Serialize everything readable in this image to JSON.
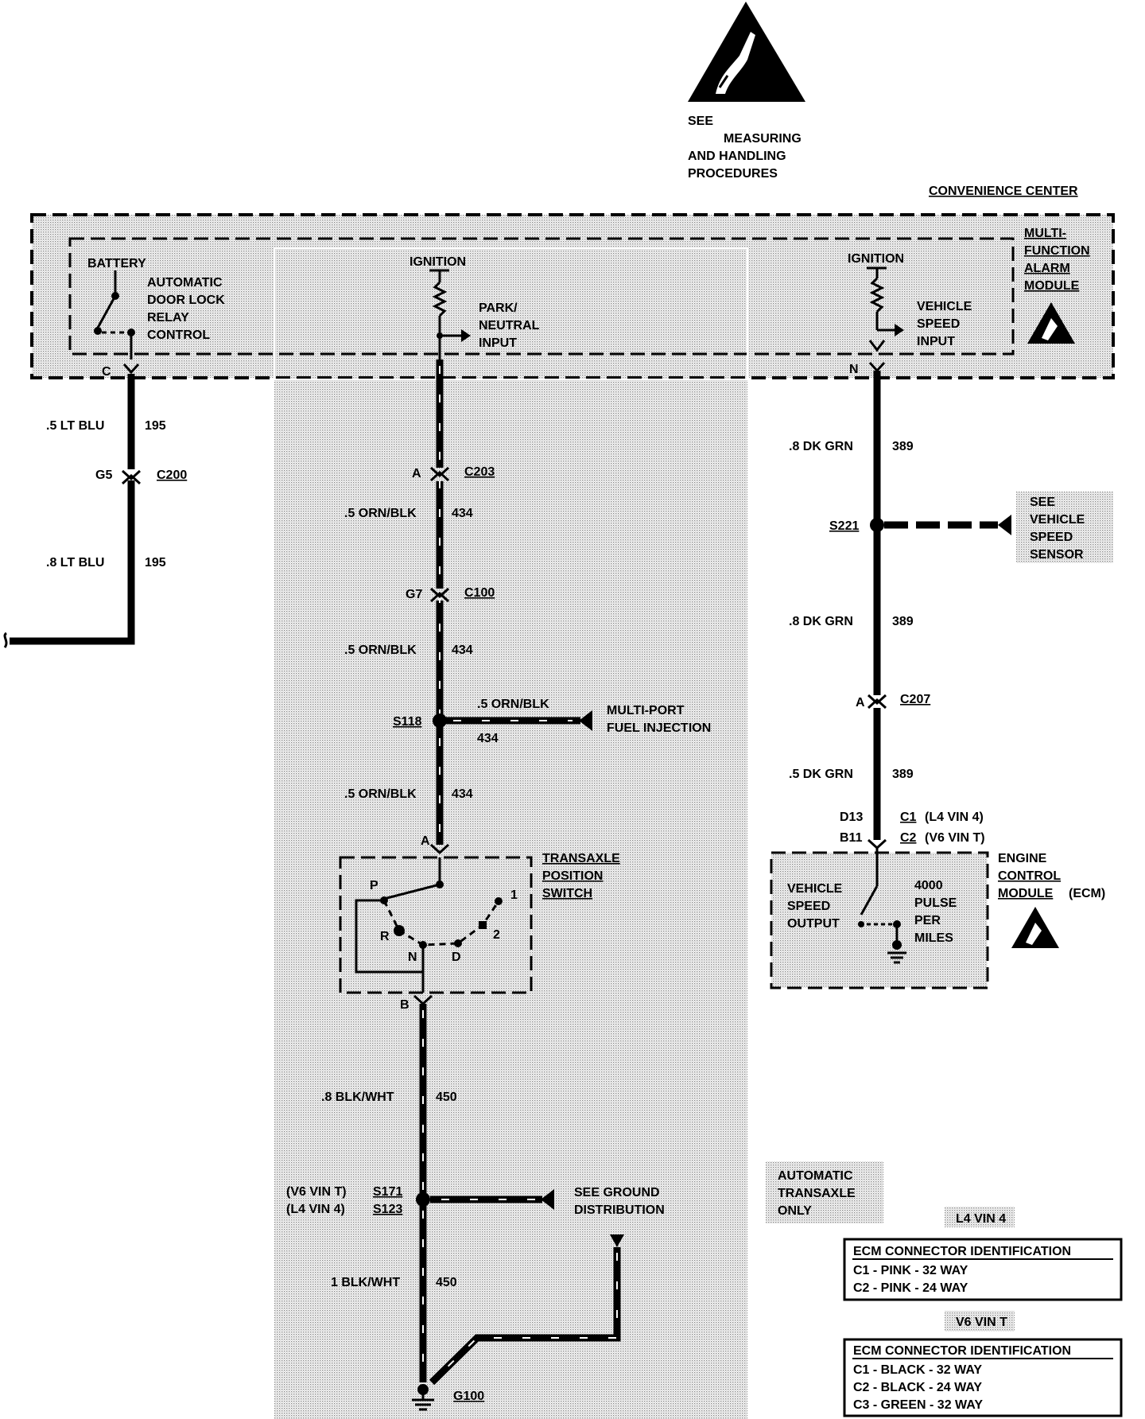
{
  "esd_notice": {
    "line1": "SEE",
    "line2": "MEASURING",
    "line3": "AND HANDLING",
    "line4": "PROCEDURES"
  },
  "convenience_center": "CONVENIENCE CENTER",
  "mfam": {
    "line1": "MULTI-",
    "line2": "FUNCTION",
    "line3": "ALARM",
    "line4": "MODULE"
  },
  "battery": "BATTERY",
  "door_lock": {
    "line1": "AUTOMATIC",
    "line2": "DOOR LOCK",
    "line3": "RELAY",
    "line4": "CONTROL"
  },
  "ignition1": "IGNITION",
  "park_neutral": {
    "line1": "PARK/",
    "line2": "NEUTRAL",
    "line3": "INPUT"
  },
  "ignition2": "IGNITION",
  "vss_input": {
    "line1": "VEHICLE",
    "line2": "SPEED",
    "line3": "INPUT"
  },
  "pins": {
    "c": "C",
    "n": "N",
    "a_c203": "A",
    "a_c207": "A",
    "a_tps": "A",
    "b_tps": "B",
    "g5": "G5",
    "g7": "G7",
    "d13": "D13",
    "b11": "B11"
  },
  "connectors": {
    "c200": "C200",
    "c203": "C203",
    "c100": "C100",
    "c207": "C207",
    "c1": "C1",
    "c2": "C2",
    "c1_note": "(L4 VIN 4)",
    "c2_note": "(V6 VIN T)"
  },
  "wires": {
    "lt_blu_1": ".5 LT BLU",
    "lt_blu_1_num": "195",
    "lt_blu_2": ".8 LT BLU",
    "lt_blu_2_num": "195",
    "orn_1": ".5 ORN/BLK",
    "orn_1_num": "434",
    "orn_2": ".5 ORN/BLK",
    "orn_2_num": "434",
    "orn_3": ".5 ORN/BLK",
    "orn_3_num": "434",
    "orn_branch": ".5 ORN/BLK",
    "orn_branch_num": "434",
    "dkgrn_1": ".8 DK GRN",
    "dkgrn_1_num": "389",
    "dkgrn_2": ".8 DK GRN",
    "dkgrn_2_num": "389",
    "dkgrn_3": ".5 DK GRN",
    "dkgrn_3_num": "389",
    "blkwht_1": ".8 BLK/WHT",
    "blkwht_1_num": "450",
    "blkwht_2": "1 BLK/WHT",
    "blkwht_2_num": "450"
  },
  "splices": {
    "s118": "S118",
    "s221": "S221",
    "s171_pre": "(V6 VIN T)",
    "s171": "S171",
    "s123_pre": "(L4 VIN 4)",
    "s123": "S123"
  },
  "mpfi": {
    "line1": "MULTI-PORT",
    "line2": "FUEL INJECTION"
  },
  "see_vss": {
    "line1": "SEE",
    "line2": "VEHICLE",
    "line3": "SPEED",
    "line4": "SENSOR"
  },
  "tps": {
    "line1": "TRANSAXLE",
    "line2": "POSITION",
    "line3": "SWITCH",
    "p": "P",
    "r": "R",
    "n": "N",
    "d": "D",
    "two": "2",
    "one": "1"
  },
  "ecm": {
    "line1": "ENGINE",
    "line2": "CONTROL",
    "line3": "MODULE",
    "abbr": "(ECM)"
  },
  "vso": {
    "line1": "VEHICLE",
    "line2": "SPEED",
    "line3": "OUTPUT"
  },
  "pulse": {
    "line1": "4000",
    "line2": "PULSE",
    "line3": "PER",
    "line4": "MILES"
  },
  "ground_dist": {
    "line1": "SEE GROUND",
    "line2": "DISTRIBUTION"
  },
  "auto_only": {
    "line1": "AUTOMATIC",
    "line2": "TRANSAXLE",
    "line3": "ONLY"
  },
  "g100": "G100",
  "table_l4": {
    "heading": "L4 VIN 4",
    "title": "ECM CONNECTOR IDENTIFICATION",
    "rows": [
      "C1 - PINK - 32 WAY",
      "C2 - PINK - 24 WAY"
    ]
  },
  "table_v6": {
    "heading": "V6 VIN T",
    "title": "ECM CONNECTOR IDENTIFICATION",
    "rows": [
      "C1 - BLACK - 32 WAY",
      "C2 - BLACK - 24 WAY",
      "C3 - GREEN - 32 WAY"
    ]
  },
  "colors": {
    "ink": "#000000",
    "shade_dot": "#8a8a8a",
    "paper": "#ffffff"
  }
}
